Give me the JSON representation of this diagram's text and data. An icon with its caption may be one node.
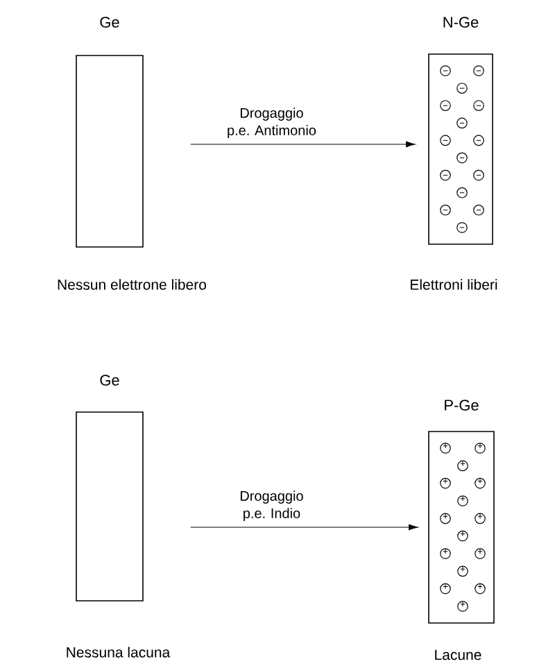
{
  "diagram": {
    "nodes": [
      {
        "text": [
          "Ge"
        ],
        "beside": [
          "Nessun elettrone libero"
        ]
      },
      {
        "text": [
          "N-Ge"
        ],
        "beside": [
          "Elettroni liberi"
        ]
      },
      {
        "text": [
          "Ge"
        ],
        "beside": [
          "Nessuna lacuna"
        ]
      },
      {
        "text": [
          "P-Ge"
        ],
        "beside": [
          "Lacune"
        ]
      }
    ],
    "edges": [
      {
        "from": 0,
        "to": 1,
        "arrow": "to",
        "label": "Drogaggio p.e. Antimonio"
      },
      {
        "from": 2,
        "to": 3,
        "arrow": "to",
        "label": "Drogaggio p.e. Indio"
      }
    ]
  }
}
